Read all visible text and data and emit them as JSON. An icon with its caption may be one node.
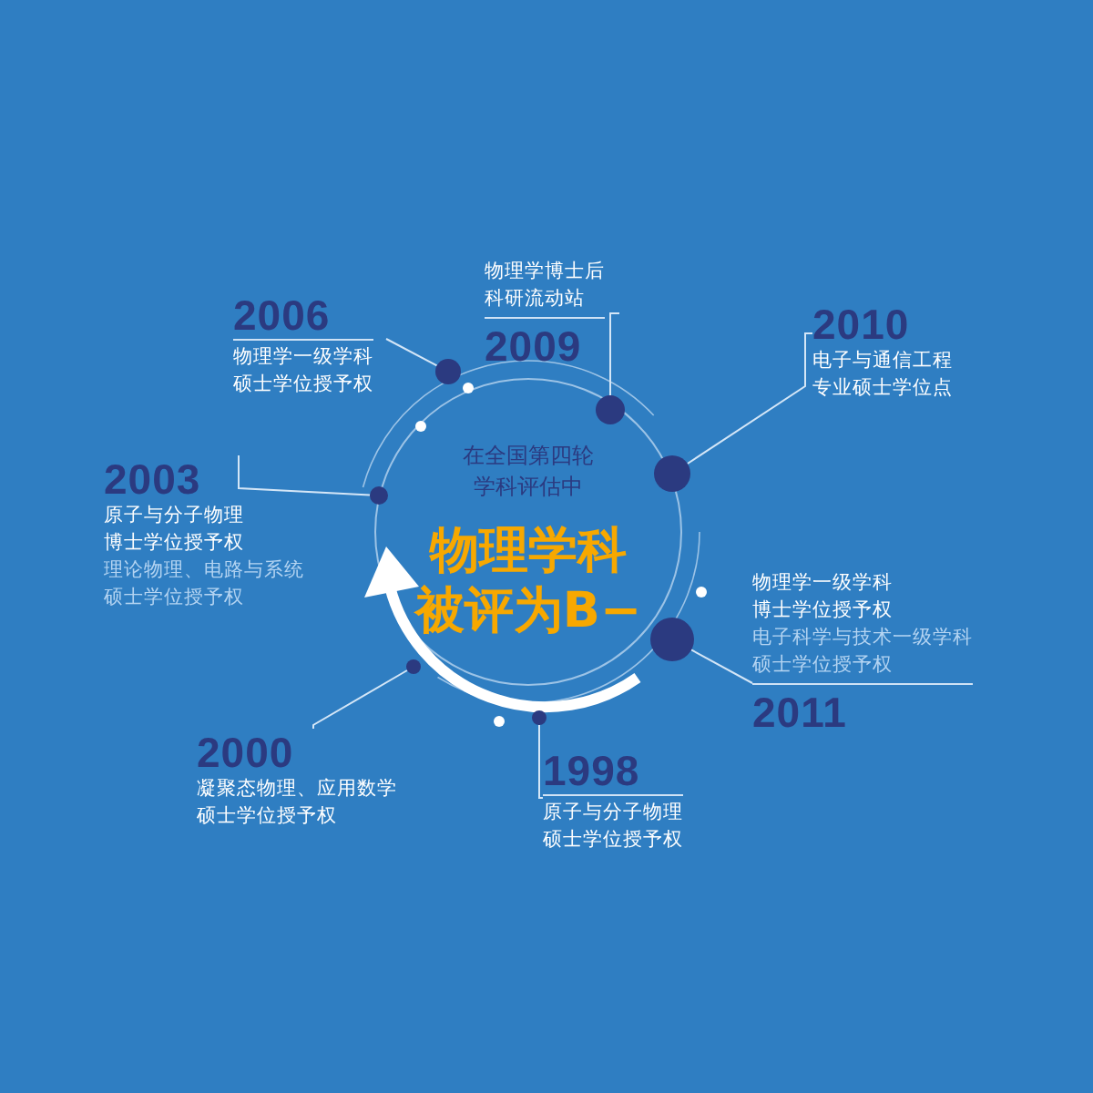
{
  "diagram": {
    "nodes": [
      {
        "text": [
          "物理学博士后科研流动站",
          "2009"
        ]
      },
      {
        "text": [
          "2006",
          "物理学一级学科硕士学位授予权"
        ]
      },
      {
        "text": [
          "2010",
          "电子与通信工程专业硕士学位点"
        ]
      },
      {
        "text": [
          "2003",
          "原子与分子物理博士学位授予权",
          "理论物理、电路与系统硕士学位授予权"
        ]
      },
      {
        "text": [
          "在全国第四轮学科评估中",
          "物理学科被评为B−"
        ]
      },
      {
        "text": [
          "物理学一级学科博士学位授予权",
          "电子科学与技术一级学科硕士学位授予权",
          "2011"
        ]
      },
      {
        "text": [
          "2000",
          "凝聚态物理、应用数学硕士学位授予权"
        ]
      },
      {
        "text": [
          "1998",
          "原子与分子物理硕士学位授予权"
        ]
      },
      {
        "text": [],
        "shape": "circle"
      },
      {
        "text": [],
        "shape": "circle"
      },
      {
        "text": [],
        "shape": "circle"
      },
      {
        "text": [],
        "shape": "circle"
      },
      {
        "text": [],
        "shape": "circle"
      },
      {
        "text": [],
        "shape": "circle"
      },
      {
        "text": [],
        "shape": "circle"
      }
    ],
    "edges": [
      {
        "from": 0,
        "to": 9,
        "arrow": "none"
      },
      {
        "from": 1,
        "to": 8,
        "arrow": "none"
      },
      {
        "from": 2,
        "to": 10,
        "arrow": "none"
      },
      {
        "from": 3,
        "to": 11,
        "arrow": "none"
      },
      {
        "from": 5,
        "to": 12,
        "arrow": "none"
      },
      {
        "from": 6,
        "to": 13,
        "arrow": "none"
      },
      {
        "from": 7,
        "to": 14,
        "arrow": "none"
      }
    ]
  }
}
